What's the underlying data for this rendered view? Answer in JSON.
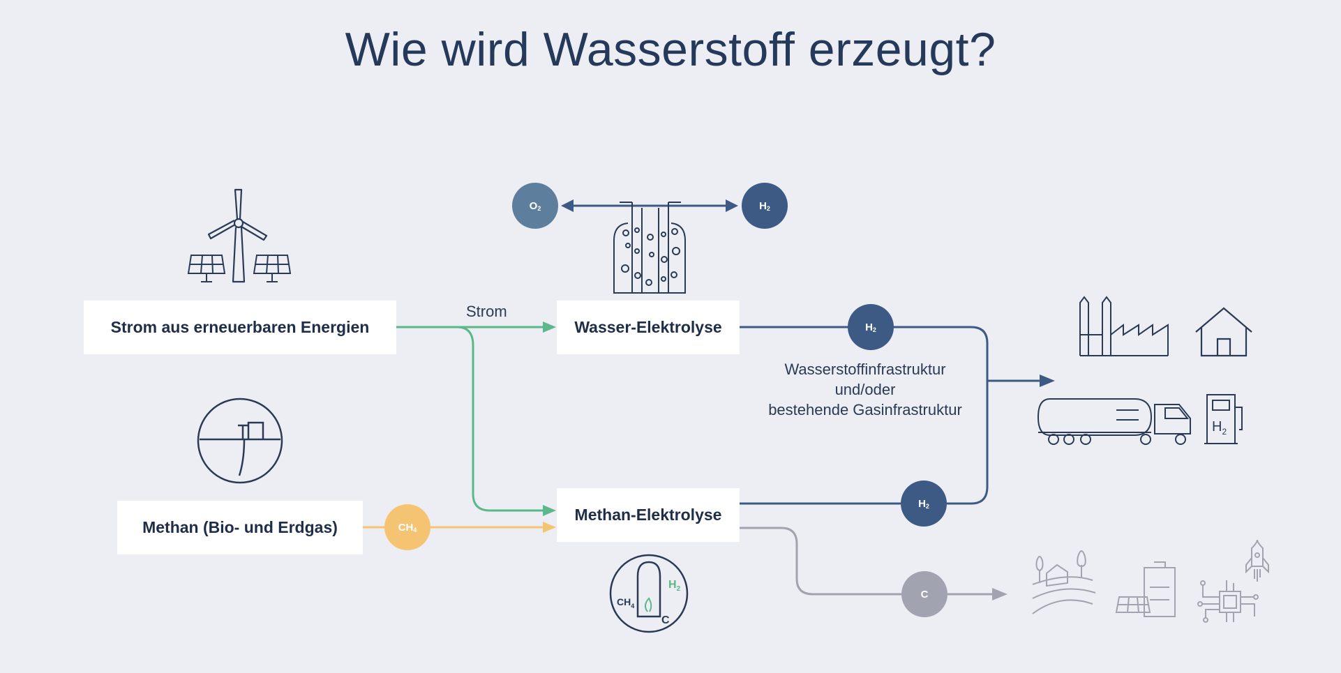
{
  "title": "Wie wird Wasserstoff erzeugt?",
  "nodes": {
    "strom": "Strom aus erneuerbaren Energien",
    "methan": "Methan (Bio- und Erdgas)",
    "wasser_elektrolyse": "Wasser-Elektrolyse",
    "methan_elektrolyse": "Methan-Elektrolyse"
  },
  "labels": {
    "strom": "Strom",
    "infra_line1": "Wasserstoffinfrastruktur",
    "infra_line2": "und/oder",
    "infra_line3": "bestehende Gasinfrastruktur"
  },
  "molecules": {
    "o2": "O",
    "o2_sub": "2",
    "h2": "H",
    "h2_sub": "2",
    "ch4": "CH",
    "ch4_sub": "4",
    "c": "C"
  },
  "icon_text": {
    "ch4": "CH",
    "ch4_sub": "4",
    "h2": "H",
    "h2_sub": "2",
    "c": "C",
    "station_h2": "H",
    "station_h2_sub": "2"
  },
  "colors": {
    "green": "#5cb88a",
    "orange": "#f5c473",
    "navy": "#3d5a85",
    "steel": "#5d7e9c",
    "gray": "#a1a4b0",
    "icon": "#2a3a55"
  },
  "icons": [
    "wind-turbine-icon",
    "solar-panel-icon",
    "gas-well-icon",
    "electrolyzer-icon",
    "methane-reactor-icon",
    "factory-icon",
    "house-icon",
    "tanker-truck-icon",
    "h2-station-icon",
    "farm-icon",
    "battery-solar-icon",
    "circuit-icon",
    "rocket-icon"
  ]
}
